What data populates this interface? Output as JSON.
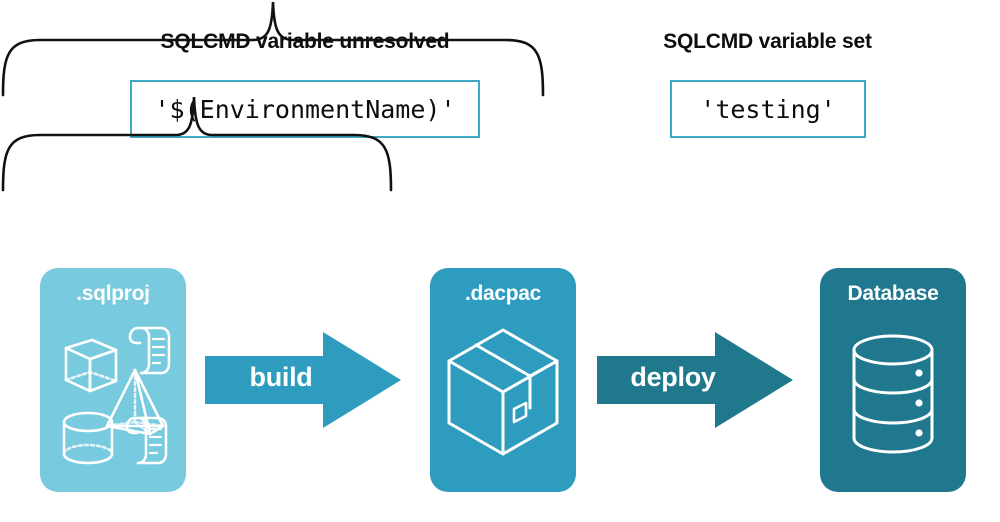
{
  "diagram": {
    "title": "SQLCMD variable resolution during build and deploy",
    "colors": {
      "sqlproj_fill": "#78CADE",
      "dacpac_fill": "#2D9CBF",
      "database_fill": "#1F788D",
      "build_arrow_fill": "#2D9CBF",
      "deploy_arrow_fill": "#20788D",
      "code_box_border": "#3FA8C4",
      "brace_stroke": "#111111",
      "text_dark": "#0d0d0d",
      "text_light": "#ffffff",
      "background": "#ffffff"
    }
  },
  "headings": {
    "left": "SQLCMD variable unresolved",
    "right": "SQLCMD variable set"
  },
  "code_boxes": {
    "left": "'$(EnvironmentName)'",
    "right": "'testing'"
  },
  "stages": [
    {
      "id": "sqlproj",
      "label": ".sqlproj",
      "icons": [
        "cube-wireframe-icon",
        "pyramid-wireframe-icon",
        "cylinder-wireframe-icon",
        "script-scroll-icon",
        "script-scroll-icon"
      ]
    },
    {
      "id": "dacpac",
      "label": ".dacpac",
      "icons": [
        "package-box-icon"
      ]
    },
    {
      "id": "database",
      "label": "Database",
      "icons": [
        "database-cylinder-icon"
      ]
    }
  ],
  "arrows": [
    {
      "id": "build",
      "label": "build"
    },
    {
      "id": "deploy",
      "label": "deploy"
    }
  ]
}
